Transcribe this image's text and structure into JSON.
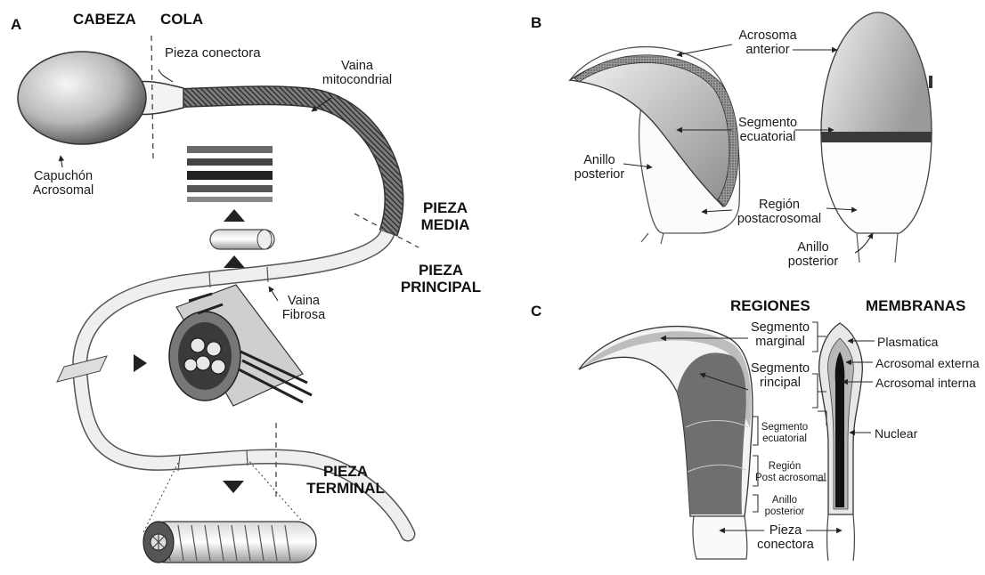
{
  "panel_letters": {
    "a": "A",
    "b": "B",
    "c": "C"
  },
  "panel_a": {
    "headers": {
      "head": "CABEZA",
      "tail": "COLA"
    },
    "connector_piece": "Pieza conectora",
    "mitochondrial_sheath": [
      "Vaina",
      "mitocondrial"
    ],
    "acrosomal_cap": [
      "Capuchón",
      "Acrosomal"
    ],
    "middle_piece": [
      "PIEZA",
      "MEDIA"
    ],
    "principal_piece": [
      "PIEZA",
      "PRINCIPAL"
    ],
    "fibrous_sheath": [
      "Vaina",
      "Fibrosa"
    ],
    "terminal_piece": [
      "PIEZA",
      "TERMINAL"
    ]
  },
  "panel_b": {
    "anterior_acrosome": [
      "Acrosoma",
      "anterior"
    ],
    "equatorial_segment": [
      "Segmento",
      "ecuatorial"
    ],
    "posterior_ring_left": [
      "Anillo",
      "posterior"
    ],
    "postacrosomal_region": [
      "Región",
      "postacrosomal"
    ],
    "posterior_ring_right": [
      "Anillo",
      "posterior"
    ]
  },
  "panel_c": {
    "headers": {
      "regions": "REGIONES",
      "membranes": "MEMBRANAS"
    },
    "marginal_segment": [
      "Segmento",
      "marginal"
    ],
    "principal_segment": [
      "Segmento",
      "rincipal"
    ],
    "equatorial_segment": [
      "Segmento",
      "ecuatorial"
    ],
    "post_acrosomal_region": [
      "Región",
      "Post acrosomal"
    ],
    "posterior_ring": [
      "Anillo",
      "posterior"
    ],
    "connector_piece": [
      "Pieza",
      "conectora"
    ],
    "membranes": [
      "Plasmatica",
      "Acrosomal externa",
      "Acrosomal interna",
      "Nuclear"
    ]
  }
}
